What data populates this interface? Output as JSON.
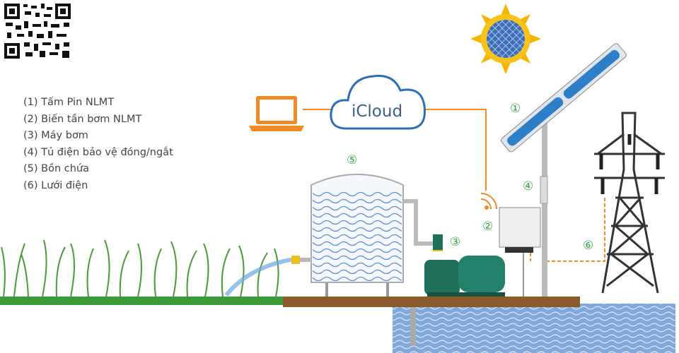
{
  "legend": {
    "items": [
      "(1) Tấm Pin NLMT",
      "(2) Biến tần bơm NLMT",
      "(3) Máy bơm",
      "(4) Tủ điện bảo vệ đóng/ngắt",
      "(5) Bồn chứa",
      "(6) Lưới điện"
    ]
  },
  "cloud": {
    "label": "iCloud"
  },
  "markers": {
    "m1": "①",
    "m2": "②",
    "m3": "③",
    "m4": "④",
    "m5": "⑤",
    "m6": "⑥"
  },
  "colors": {
    "accent_orange": "#f08a24",
    "marker_green": "#3aa54a",
    "panel_blue": "#2f7fc8",
    "ground_brown": "#8a5a2b",
    "grass_green": "#3a9a3a"
  }
}
